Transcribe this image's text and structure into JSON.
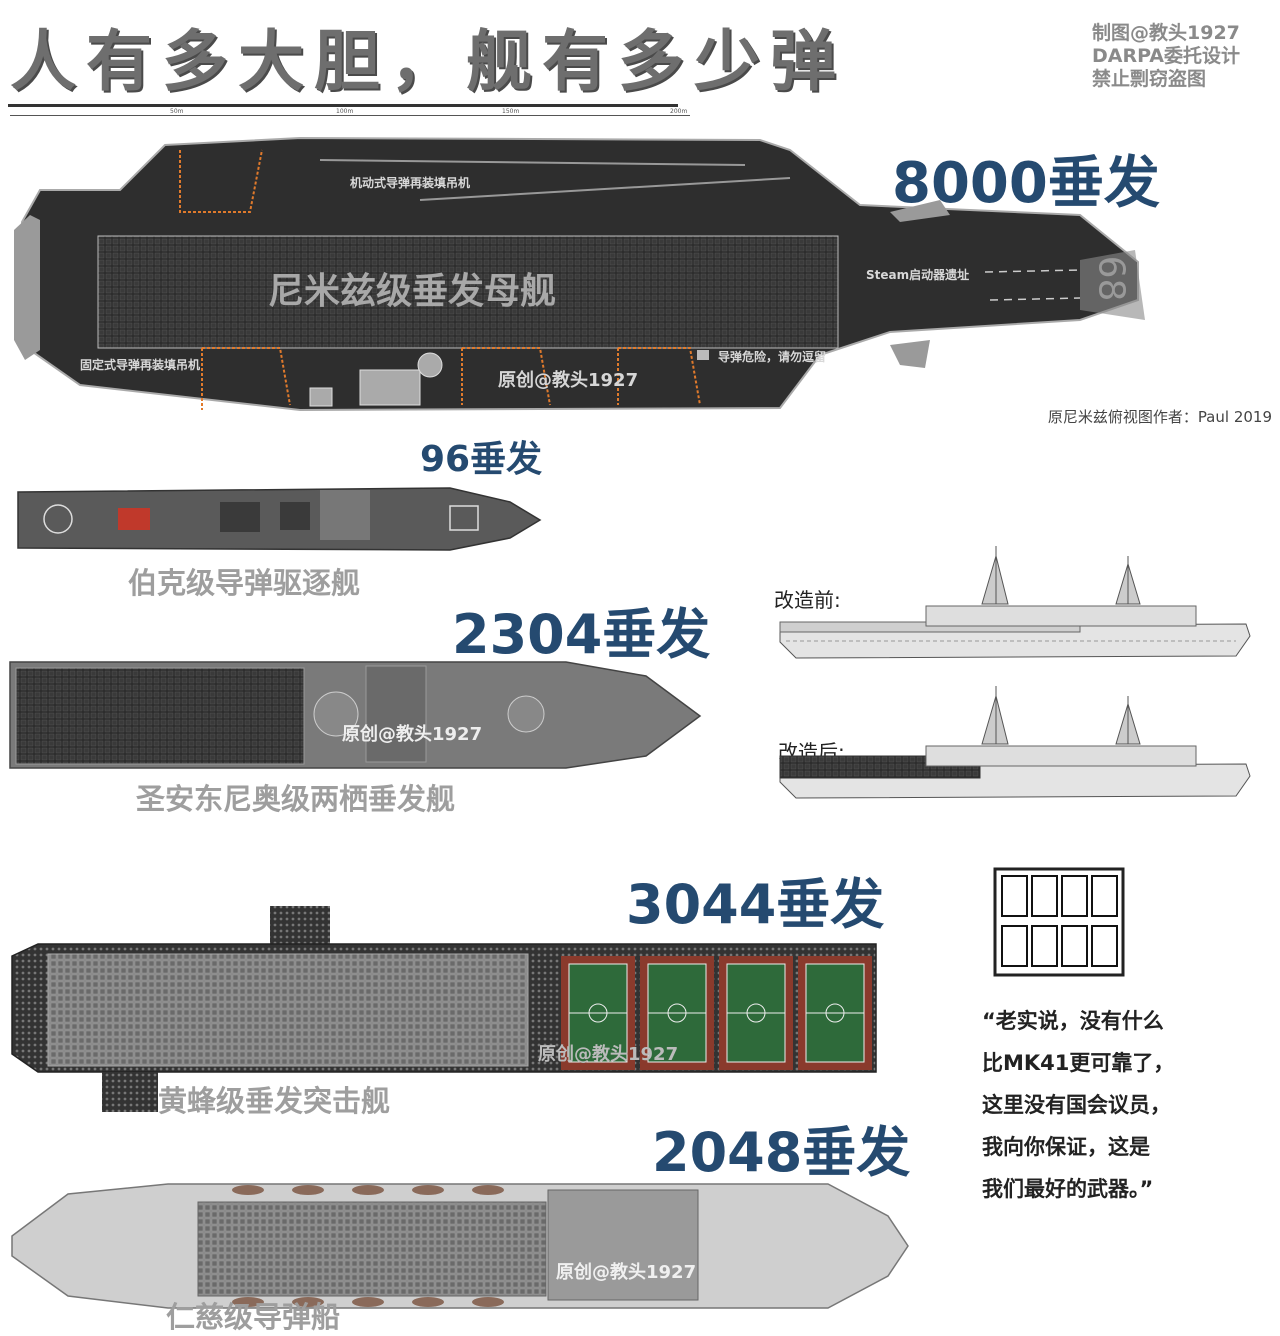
{
  "header": {
    "title": "人有多大胆，舰有多少弹",
    "credit_lines": [
      "制图@教头1927",
      "DARPA委托设计",
      "禁止剽窃盗图"
    ]
  },
  "scale_bar": {
    "ticks": [
      "50m",
      "100m",
      "150m",
      "200m"
    ]
  },
  "carrier": {
    "count": "8000垂发",
    "name": "尼米兹级垂发母舰",
    "labels": {
      "mobile_crane": "机动式导弹再装填吊机",
      "fixed_crane": "固定式导弹再装填吊机",
      "steam": "Steam启动器遗址",
      "danger": "导弹危险，请勿逗留",
      "watermark": "原创@教头1927",
      "hull_number": "68"
    },
    "attribution": "原尼米兹俯视图作者：Paul 2019"
  },
  "burke": {
    "count": "96垂发",
    "name": "伯克级导弹驱逐舰"
  },
  "san_antonio": {
    "count": "2304垂发",
    "name": "圣安东尼奥级两栖垂发舰",
    "watermark": "原创@教头1927",
    "before_label": "改造前:",
    "after_label": "改造后:"
  },
  "wasp": {
    "count": "3044垂发",
    "name": "黄蜂级垂发突击舰",
    "watermark": "原创@教头1927"
  },
  "ship5": {
    "count": "2048垂发",
    "name": "仁慈级导弹船",
    "watermark": "原创@教头1927"
  },
  "quote": {
    "lines": [
      "“老实说，没有什么",
      "比MK41更可靠了，",
      "这里没有国会议员，",
      "我向你保证，这是",
      "我们最好的武器。”"
    ]
  },
  "colors": {
    "count_blue": "#254a70",
    "label_gray": "#9e9e9e",
    "deck_dark": "#2e2e2e",
    "court_red": "#8a3a2c",
    "court_green": "#2e6a3a"
  }
}
